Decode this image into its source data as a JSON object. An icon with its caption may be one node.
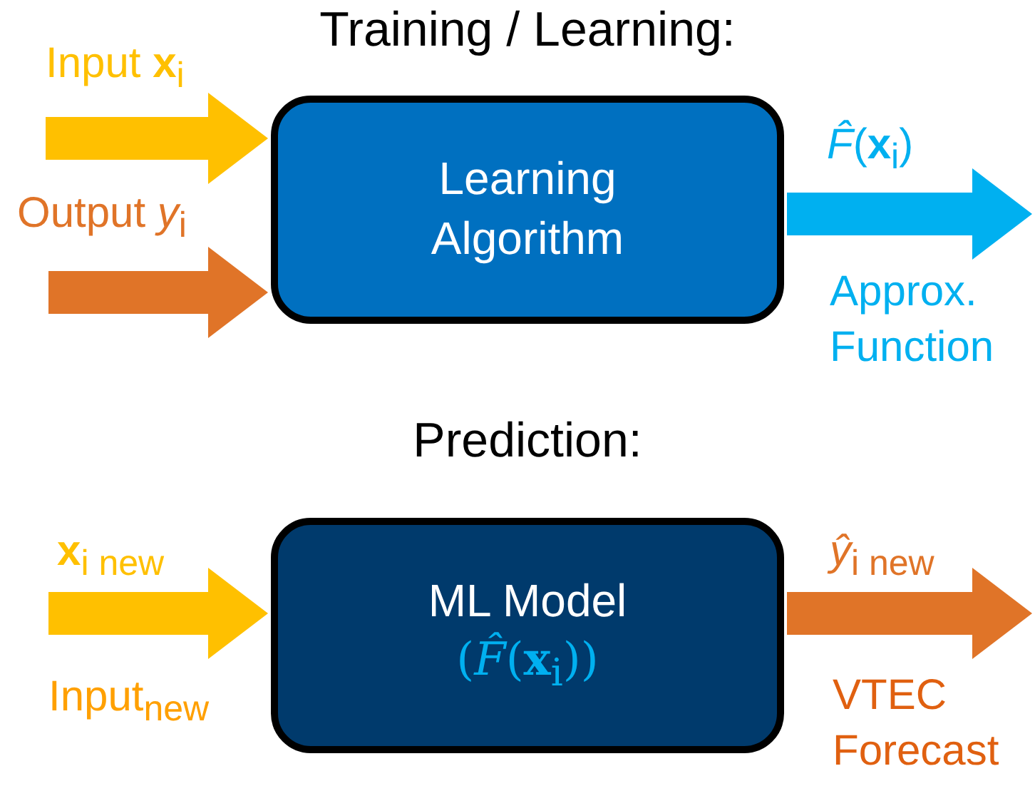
{
  "diagram": {
    "nodes": [
      {
        "text": [
          "Training / Learning:",
          "Learning Algorithm"
        ]
      },
      {
        "text": [
          "Prediction:",
          "ML Model",
          "(*F̂*(**x**$_{i}$))"
        ]
      }
    ],
    "edges": [
      {
        "from": null,
        "to": 0,
        "arrow": "to",
        "label": "Input **x**$_{i}$",
        "color": "#ffc000"
      },
      {
        "from": null,
        "to": 0,
        "arrow": "to",
        "label": "Output *y*$_{i}$",
        "color": "#e07428"
      },
      {
        "from": 0,
        "to": null,
        "arrow": "to",
        "label": "*F̂*(**x**$_{i}$)",
        "color": "#00b0f0"
      },
      {
        "from": null,
        "to": 1,
        "arrow": "to",
        "label": "**x**$_{i new}$",
        "color": "#ffc000"
      },
      {
        "from": 1,
        "to": null,
        "arrow": "to",
        "label": "*ŷ*$_{i new}$",
        "color": "#e07428"
      }
    ],
    "labels": [
      "Approx. Function",
      "Input$_{new}$",
      "VTEC Forecast"
    ]
  }
}
